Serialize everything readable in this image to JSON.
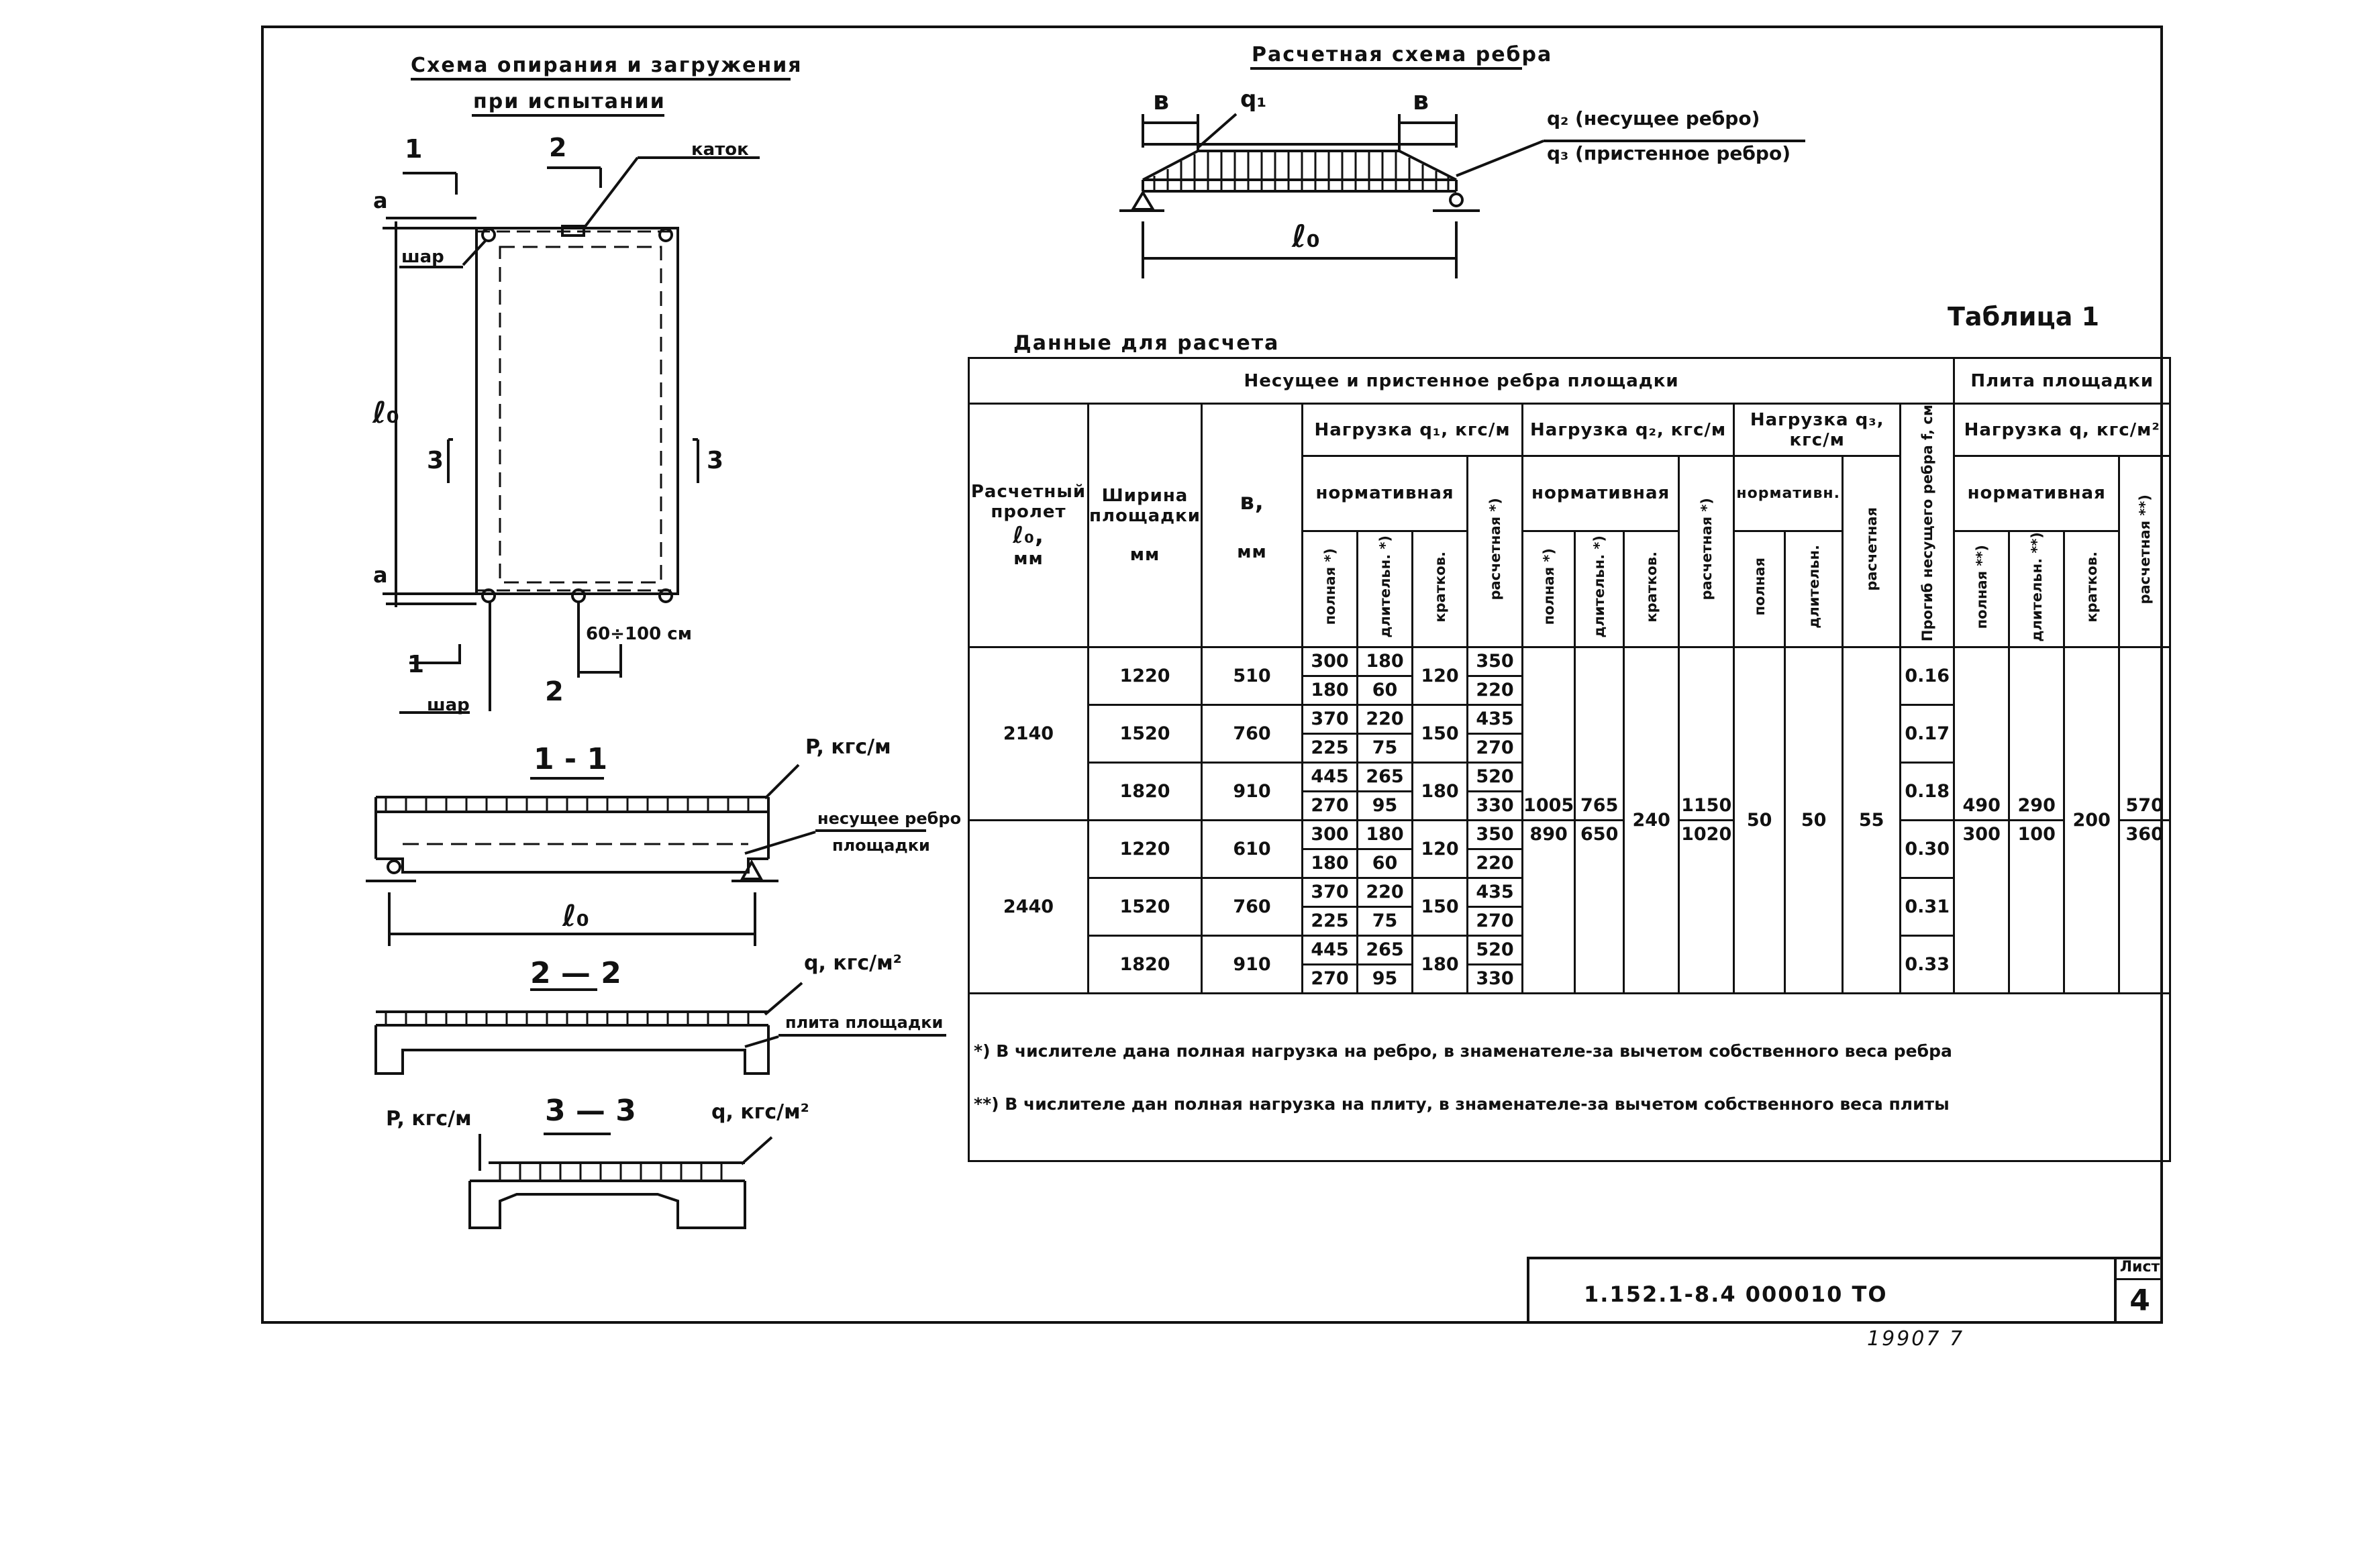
{
  "titles": {
    "support_scheme_1": "Схема опирания и загружения",
    "support_scheme_2": "при испытании",
    "rib_scheme": "Расчетная схема ребра",
    "table_label": "Таблица 1",
    "data_label": "Данные для расчета"
  },
  "support_plan": {
    "cut1": "1",
    "cut2": "2",
    "cut3": "3",
    "roller": "каток",
    "ball": "шар",
    "dim_a": "a",
    "span": "ℓ₀",
    "spacing": "60÷100 см"
  },
  "rib_scheme": {
    "b": "в",
    "q1": "q₁",
    "q2": "q₂ (несущее ребро)",
    "q3": "q₃ (пристенное ребро)",
    "span": "ℓ₀"
  },
  "sections": {
    "s11": "1 - 1",
    "s22": "2 — 2",
    "s33": "3 — 3",
    "p_label": "P, кгс/м",
    "q_label": "q, кгс/м²",
    "rib_callout_1": "несущее ребро",
    "rib_callout_2": "площадки",
    "slab_callout": "плита площадки",
    "span": "ℓ₀"
  },
  "table": {
    "group_ribs": "Несущее и пристенное ребра площадки",
    "group_slab": "Плита площадки",
    "col_span_1": "Расчетный",
    "col_span_2": "пролет",
    "col_span_3": "ℓ₀,",
    "col_span_4": "мм",
    "col_width_1": "Ширина",
    "col_width_2": "площадки",
    "col_width_3": "мм",
    "col_b_1": "в,",
    "col_b_2": "мм",
    "load_q1": "Нагрузка q₁, кгс/м",
    "load_q2": "Нагрузка q₂, кгс/м",
    "load_q3": "Нагрузка q₃, кгс/м",
    "load_q": "Нагрузка q, кгс/м²",
    "normative": "нормативная",
    "normative_short": "нормативн.",
    "full_star": "полная *)",
    "long_star": "длительн. *)",
    "short": "кратков.",
    "calc_star": "расчетная *)",
    "full": "полная",
    "long": "длительн.",
    "calc": "расчетная",
    "deflection": "Прогиб несущего ребра f, см",
    "full_2star": "полная **)",
    "long_2star": "длительн. **)",
    "calc_2star": "расчетная **)",
    "rows": [
      {
        "b": "510",
        "w": "1220",
        "q1f": [
          "300",
          "180"
        ],
        "q1l": [
          "180",
          "60"
        ],
        "q1s": "120",
        "q1c": [
          "350",
          "220"
        ],
        "f": "0.16"
      },
      {
        "b": "760",
        "w": "1520",
        "q1f": [
          "370",
          "225"
        ],
        "q1l": [
          "220",
          "75"
        ],
        "q1s": "150",
        "q1c": [
          "435",
          "270"
        ],
        "f": "0.17"
      },
      {
        "b": "910",
        "w": "1820",
        "q1f": [
          "445",
          "270"
        ],
        "q1l": [
          "265",
          "95"
        ],
        "q1s": "180",
        "q1c": [
          "520",
          "330"
        ],
        "f": "0.18"
      },
      {
        "b": "610",
        "w": "1220",
        "q1f": [
          "300",
          "180"
        ],
        "q1l": [
          "180",
          "60"
        ],
        "q1s": "120",
        "q1c": [
          "350",
          "220"
        ],
        "f": "0.30"
      },
      {
        "b": "760",
        "w": "1520",
        "q1f": [
          "370",
          "225"
        ],
        "q1l": [
          "220",
          "75"
        ],
        "q1s": "150",
        "q1c": [
          "435",
          "270"
        ],
        "f": "0.31"
      },
      {
        "b": "910",
        "w": "1820",
        "q1f": [
          "445",
          "270"
        ],
        "q1l": [
          "265",
          "95"
        ],
        "q1s": "180",
        "q1c": [
          "520",
          "330"
        ],
        "f": "0.33"
      }
    ],
    "span1": "2140",
    "span2": "2440",
    "q2f": [
      "1005",
      "890"
    ],
    "q2l": [
      "765",
      "650"
    ],
    "q2s": "240",
    "q2c": [
      "1150",
      "1020"
    ],
    "q3f": "50",
    "q3l": "50",
    "q3c": "55",
    "qf": [
      "490",
      "300"
    ],
    "ql": [
      "290",
      "100"
    ],
    "qs": "200",
    "qc": [
      "570",
      "360"
    ],
    "note1": "*) В числителе дана полная нагрузка на ребро, в знаменателе-за вычетом собственного веса ребра",
    "note2": "**) В числителе дан полная нагрузка на плиту, в знаменателе-за вычетом собственного веса плиты"
  },
  "stamp": {
    "code": "1.152.1-8.4    000010 ТО",
    "sheet_label": "Лист",
    "sheet_no": "4",
    "archive": "19907  7"
  }
}
